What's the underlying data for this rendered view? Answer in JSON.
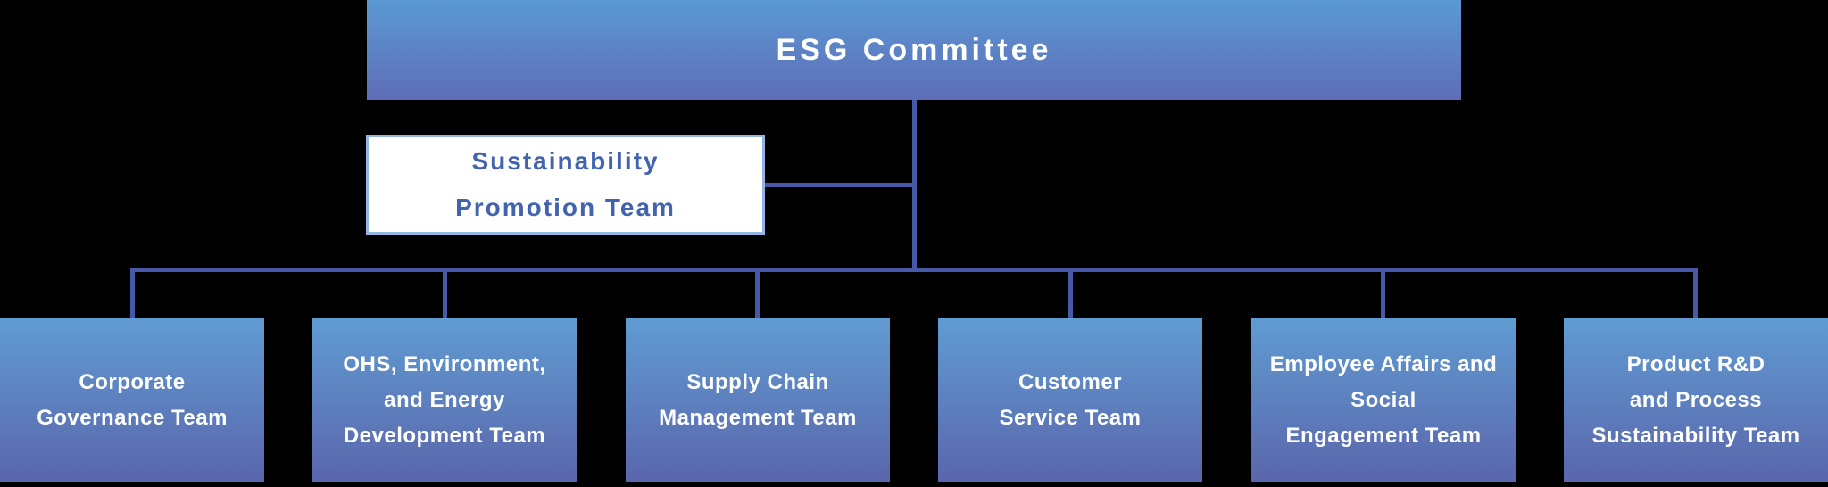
{
  "colors": {
    "background": "#000000",
    "node-grad-top": "#5b99d4",
    "node-grad-bottom": "#5e6db7",
    "team-grad-top": "#609bd2",
    "team-grad-bottom": "#5a66ac",
    "connector": "#4759a6",
    "staff-bg": "#ffffff",
    "staff-border": "#93b5e1",
    "staff-text": "#4263ae",
    "node-text": "#ffffff"
  },
  "org": {
    "root": {
      "label": "ESG Committee"
    },
    "staff": {
      "lines": [
        "Sustainability",
        "Promotion Team"
      ]
    },
    "teams": [
      {
        "lines": [
          "Corporate",
          "Governance Team"
        ]
      },
      {
        "lines": [
          "OHS, Environment,",
          "and Energy",
          "Development Team"
        ]
      },
      {
        "lines": [
          "Supply Chain",
          "Management Team"
        ]
      },
      {
        "lines": [
          "Customer",
          "Service Team"
        ]
      },
      {
        "lines": [
          "Employee Affairs and",
          "Social",
          "Engagement Team"
        ]
      },
      {
        "lines": [
          "Product R&D",
          "and Process",
          "Sustainability Team"
        ]
      }
    ]
  }
}
